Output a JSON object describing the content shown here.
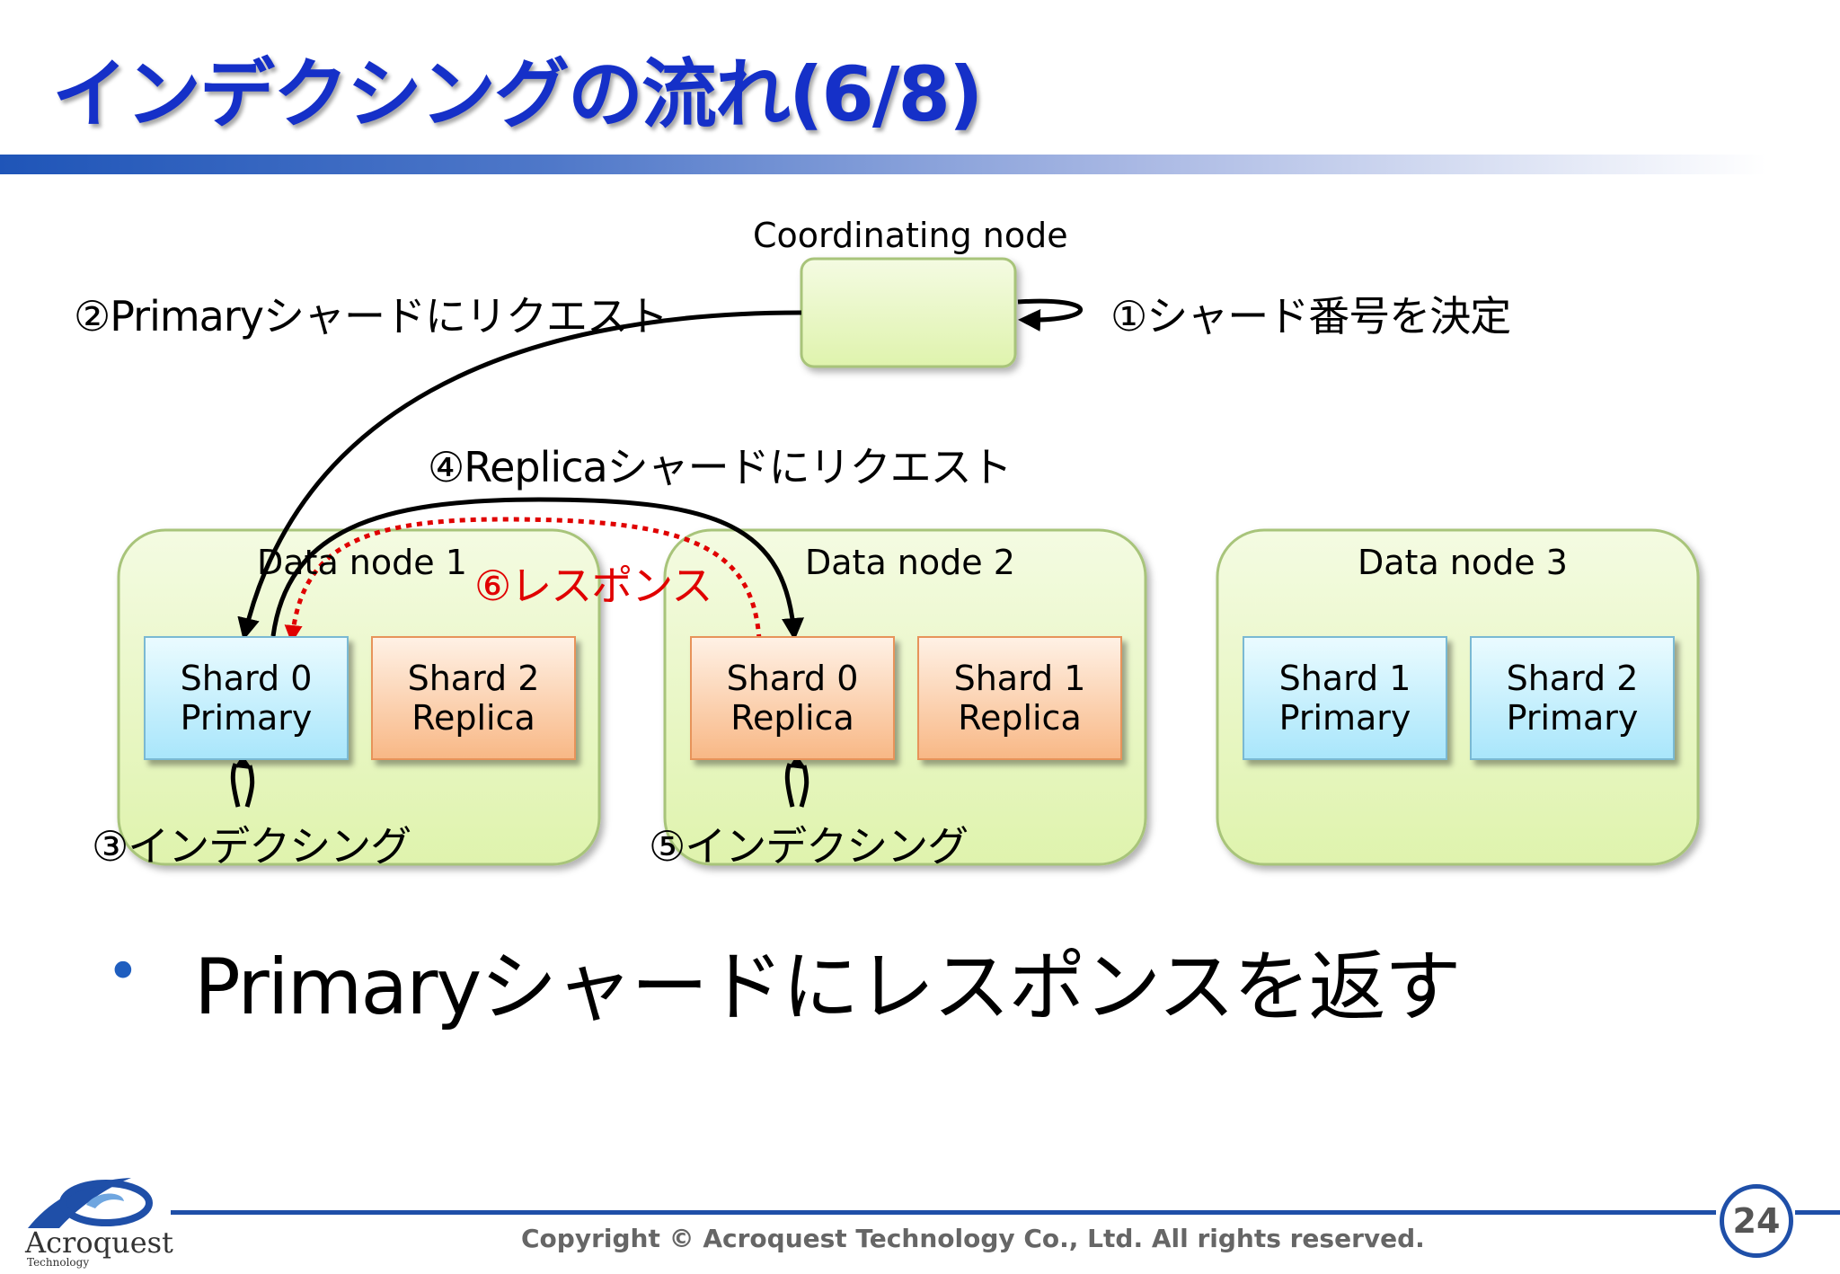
{
  "slide": {
    "title": "インデクシングの流れ(6/8)",
    "page_number": "24",
    "copyright": "Copyright © Acroquest Technology Co., Ltd. All rights reserved.",
    "logo_text": "Acroquest",
    "logo_subtext": "Technology"
  },
  "diagram": {
    "coordinating_node": "Coordinating node",
    "steps": {
      "s1": "①シャード番号を決定",
      "s2": "②Primaryシャードにリクエスト",
      "s3": "③インデクシング",
      "s4": "④Replicaシャードにリクエスト",
      "s5": "⑤インデクシング",
      "s6": "⑥レスポンス"
    },
    "data_nodes": [
      {
        "title": "Data node 1",
        "shards": [
          {
            "line1": "Shard 0",
            "line2": "Primary",
            "kind": "primary"
          },
          {
            "line1": "Shard 2",
            "line2": "Replica",
            "kind": "replica"
          }
        ]
      },
      {
        "title": "Data node 2",
        "shards": [
          {
            "line1": "Shard 0",
            "line2": "Replica",
            "kind": "replica"
          },
          {
            "line1": "Shard 1",
            "line2": "Replica",
            "kind": "replica"
          }
        ]
      },
      {
        "title": "Data node 3",
        "shards": [
          {
            "line1": "Shard 1",
            "line2": "Primary",
            "kind": "primary"
          },
          {
            "line1": "Shard 2",
            "line2": "Primary",
            "kind": "primary"
          }
        ]
      }
    ],
    "colors": {
      "node_fill": "#e8f7c0",
      "node_border": "#a8c47a",
      "primary_fill": "#bdecfc",
      "replica_fill": "#fbc69c",
      "response_arrow": "#e00000",
      "step6_text": "#e00000"
    }
  },
  "bullet": {
    "text": "Primaryシャードにレスポンスを返す"
  }
}
